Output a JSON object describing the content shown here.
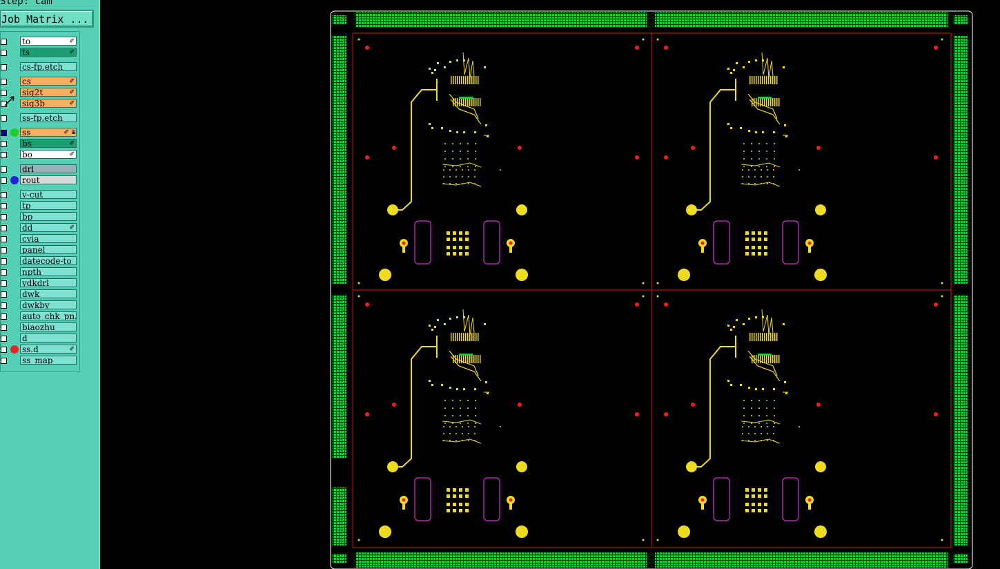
{
  "app": {
    "step_label": "Step: cam",
    "job_matrix_label": "Job Matrix ..."
  },
  "layers": [
    {
      "name": "to",
      "color": "#ffffff",
      "flag": "✐",
      "checked": false,
      "dot": null
    },
    {
      "name": "ts",
      "color": "#1aa070",
      "flag": "✐",
      "checked": false,
      "dot": null
    },
    {
      "name": "cs-fp.etch",
      "color": "#7fe0d4",
      "flag": "",
      "checked": false,
      "dot": null
    },
    {
      "name": "cs",
      "color": "#f4b060",
      "flag": "✐",
      "checked": false,
      "dot": null
    },
    {
      "name": "sig2t",
      "color": "#f4b060",
      "flag": "✐",
      "checked": false,
      "dot": null
    },
    {
      "name": "sig3b",
      "color": "#f4b060",
      "flag": "✐",
      "checked": false,
      "dot": null
    },
    {
      "name": "ss-fp.etch",
      "color": "#7fe0d4",
      "flag": "",
      "checked": false,
      "dot": null
    },
    {
      "name": "ss",
      "color": "#f4b060",
      "flag": "✐",
      "checked": true,
      "dot": "#22cc22"
    },
    {
      "name": "bs",
      "color": "#1aa070",
      "flag": "✐",
      "checked": false,
      "dot": null
    },
    {
      "name": "bo",
      "color": "#ffffff",
      "flag": "✐",
      "checked": false,
      "dot": null
    },
    {
      "name": "drl",
      "color": "#9ab0b8",
      "flag": "",
      "checked": false,
      "dot": null
    },
    {
      "name": "rout",
      "color": "#d8d8d8",
      "flag": "",
      "checked": false,
      "dot": "#2222dd"
    },
    {
      "name": "v-cut",
      "color": "#7fe0d4",
      "flag": "",
      "checked": false,
      "dot": null
    },
    {
      "name": "tp",
      "color": "#7fe0d4",
      "flag": "",
      "checked": false,
      "dot": null
    },
    {
      "name": "bp",
      "color": "#7fe0d4",
      "flag": "",
      "checked": false,
      "dot": null
    },
    {
      "name": "dd",
      "color": "#7fe0d4",
      "flag": "✐",
      "checked": false,
      "dot": null
    },
    {
      "name": "cvia",
      "color": "#7fe0d4",
      "flag": "",
      "checked": false,
      "dot": null
    },
    {
      "name": "panel",
      "color": "#7fe0d4",
      "flag": "",
      "checked": false,
      "dot": null
    },
    {
      "name": "datecode-to",
      "color": "#7fe0d4",
      "flag": "",
      "checked": false,
      "dot": null
    },
    {
      "name": "npth",
      "color": "#7fe0d4",
      "flag": "",
      "checked": false,
      "dot": null
    },
    {
      "name": "ydkdrl",
      "color": "#7fe0d4",
      "flag": "",
      "checked": false,
      "dot": null
    },
    {
      "name": "dwk",
      "color": "#7fe0d4",
      "flag": "",
      "checked": false,
      "dot": null
    },
    {
      "name": "dwkby",
      "color": "#7fe0d4",
      "flag": "",
      "checked": false,
      "dot": null
    },
    {
      "name": "auto_chk_pn...",
      "color": "#7fe0d4",
      "flag": "",
      "checked": false,
      "dot": null
    },
    {
      "name": "biaozhu",
      "color": "#7fe0d4",
      "flag": "",
      "checked": false,
      "dot": null
    },
    {
      "name": "d",
      "color": "#7fe0d4",
      "flag": "",
      "checked": false,
      "dot": null
    },
    {
      "name": "ss.d",
      "color": "#7fe0d4",
      "flag": "✐",
      "checked": false,
      "dot": "#ee2222"
    },
    {
      "name": "ss_map",
      "color": "#7fe0d4",
      "flag": "",
      "checked": false,
      "dot": null
    }
  ],
  "canvas": {
    "colors": {
      "background": "#000000",
      "copper": "#f0dc1e",
      "panel_border": "#ffffff",
      "panel_dots": "#22c83c",
      "rout_outline": "#d01818",
      "fiducial": "#ff1818",
      "slot_outline": "#d030d0"
    },
    "board_rows": 2,
    "board_cols": 2
  }
}
